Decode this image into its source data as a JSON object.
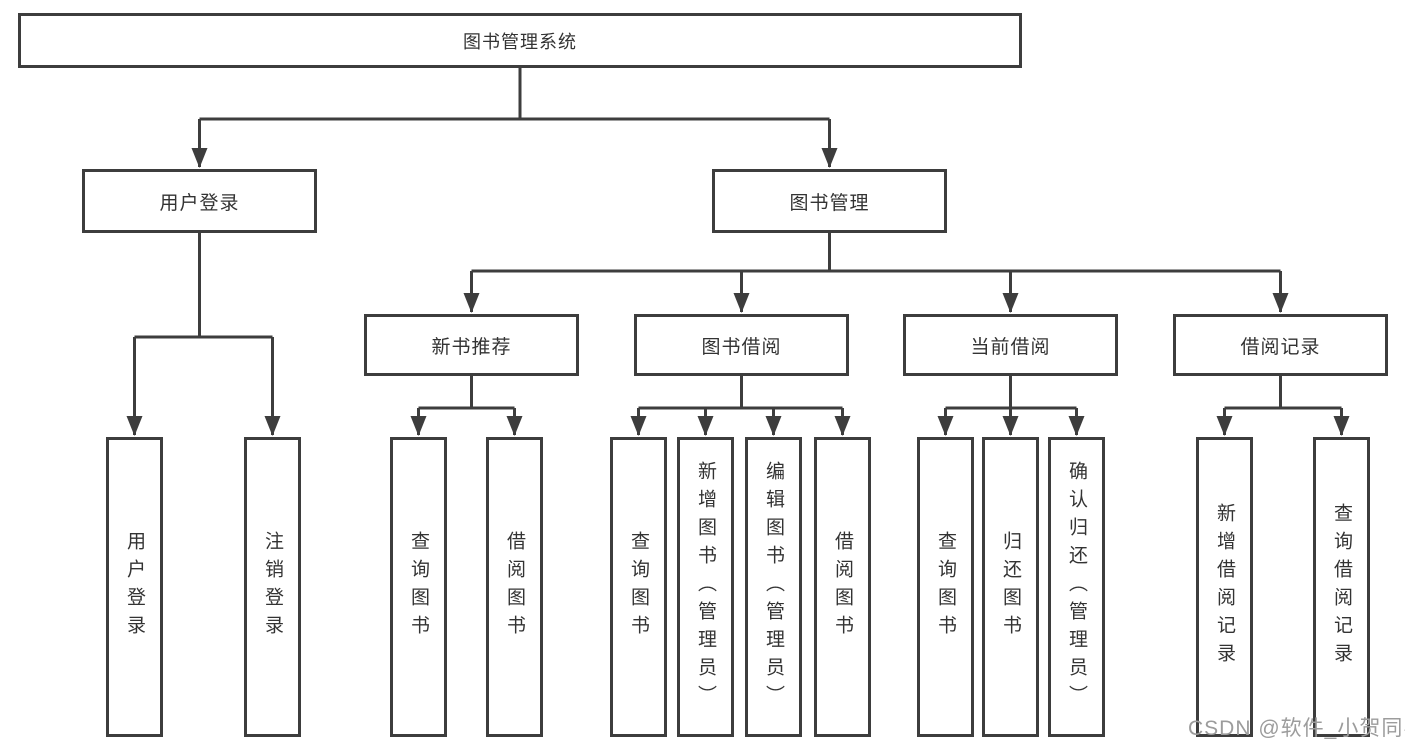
{
  "diagram": {
    "root": {
      "label": "图书管理系统"
    },
    "user_login": {
      "label": "用户登录",
      "children": [
        {
          "label": "用户登录"
        },
        {
          "label": "注销登录"
        }
      ]
    },
    "book_management": {
      "label": "图书管理",
      "groups": [
        {
          "label": "新书推荐",
          "children": [
            {
              "label": "查询图书"
            },
            {
              "label": "借阅图书"
            }
          ]
        },
        {
          "label": "图书借阅",
          "children": [
            {
              "label": "查询图书"
            },
            {
              "label": "新增图书（管理员）"
            },
            {
              "label": "编辑图书（管理员）"
            },
            {
              "label": "借阅图书"
            }
          ]
        },
        {
          "label": "当前借阅",
          "children": [
            {
              "label": "查询图书"
            },
            {
              "label": "归还图书"
            },
            {
              "label": "确认归还（管理员）"
            }
          ]
        },
        {
          "label": "借阅记录",
          "children": [
            {
              "label": "新增借阅记录"
            },
            {
              "label": "查询借阅记录"
            }
          ]
        }
      ]
    }
  },
  "watermark": "CSDN @软件_小贺同学",
  "colors": {
    "line": "#3d3d3d",
    "text": "#333333",
    "watermark": "#9c9c9c",
    "background": "#ffffff"
  }
}
